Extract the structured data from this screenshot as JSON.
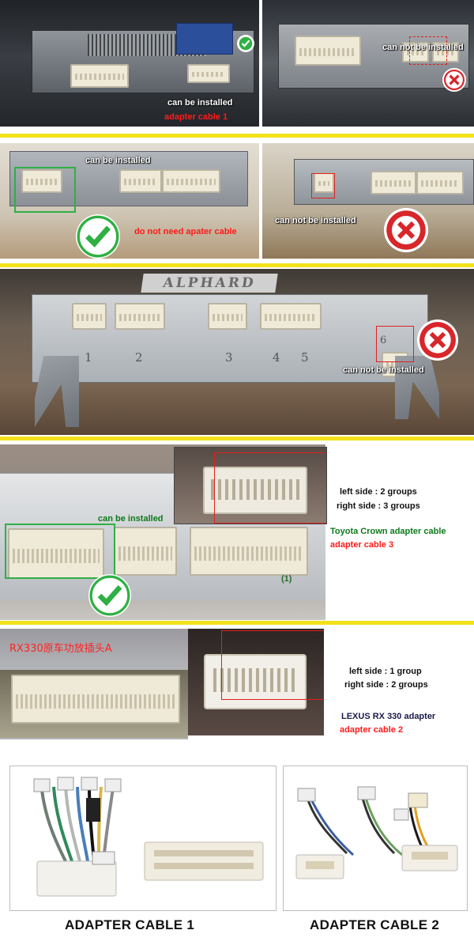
{
  "panel1": {
    "left_label_1": "can be installed",
    "left_label_2": "adapter cable 1",
    "right_label": "can not be installed"
  },
  "panel2": {
    "left_label_1": "can be installed",
    "left_label_2": "do not need apater cable",
    "right_label": "can not be installed"
  },
  "panel3": {
    "brand_badge": "ALPHARD",
    "port_numbers": [
      "1",
      "2",
      "3",
      "4",
      "5",
      "6"
    ],
    "label": "can not be installed"
  },
  "panel4": {
    "label_installed": "can be installed",
    "marker": "(1)",
    "desc_line_1": "left side : 2 groups",
    "desc_line_2": "right side : 3 groups",
    "desc_line_3": "Toyota Crown adapter cable",
    "desc_line_4": "adapter  cable 3"
  },
  "panel5": {
    "chinese_label": "RX330原车功放插头A",
    "desc_line_1": "left side : 1 group",
    "desc_line_2": "right side : 2 groups",
    "desc_line_3": "LEXUS RX 330 adapter",
    "desc_line_4": "adapter  cable 2"
  },
  "captions": {
    "cable1": "ADAPTER CABLE 1",
    "cable2": "ADAPTER CABLE 2"
  },
  "colors": {
    "separator": "#f3e11b",
    "ok_green": "#2fb043",
    "error_red": "#d8262a"
  },
  "icons": [
    "checkmark-icon",
    "cross-icon"
  ]
}
